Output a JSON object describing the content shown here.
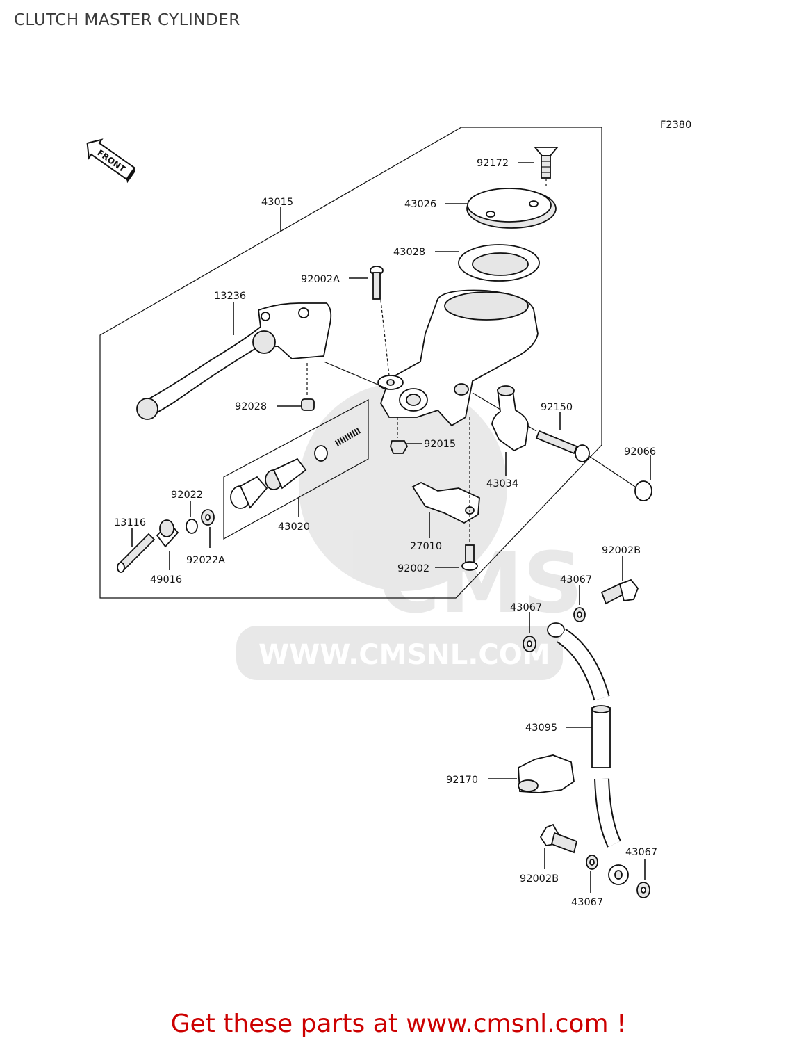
{
  "page": {
    "title": "CLUTCH MASTER CYLINDER",
    "figure_code": "F2380",
    "front_marker": "FRONT",
    "watermark_text": "WWW.CMSNL.COM",
    "watermark_logo": "CMS",
    "footer_link": "Get these parts at www.cmsnl.com !"
  },
  "parts": {
    "p43015": "43015",
    "p92172": "92172",
    "p43026": "43026",
    "p43028": "43028",
    "p92002A": "92002A",
    "p13236": "13236",
    "p92028": "92028",
    "p92150": "92150",
    "p92015": "92015",
    "p92066": "92066",
    "p43034": "43034",
    "p92022": "92022",
    "p13116": "13116",
    "p43020": "43020",
    "p92022A": "92022A",
    "p27010": "27010",
    "p49016": "49016",
    "p92002": "92002",
    "p92002B_top": "92002B",
    "p43067_a": "43067",
    "p43067_b": "43067",
    "p43095": "43095",
    "p92170": "92170",
    "p43067_c": "43067",
    "p92002B_bottom": "92002B",
    "p43067_d": "43067"
  }
}
